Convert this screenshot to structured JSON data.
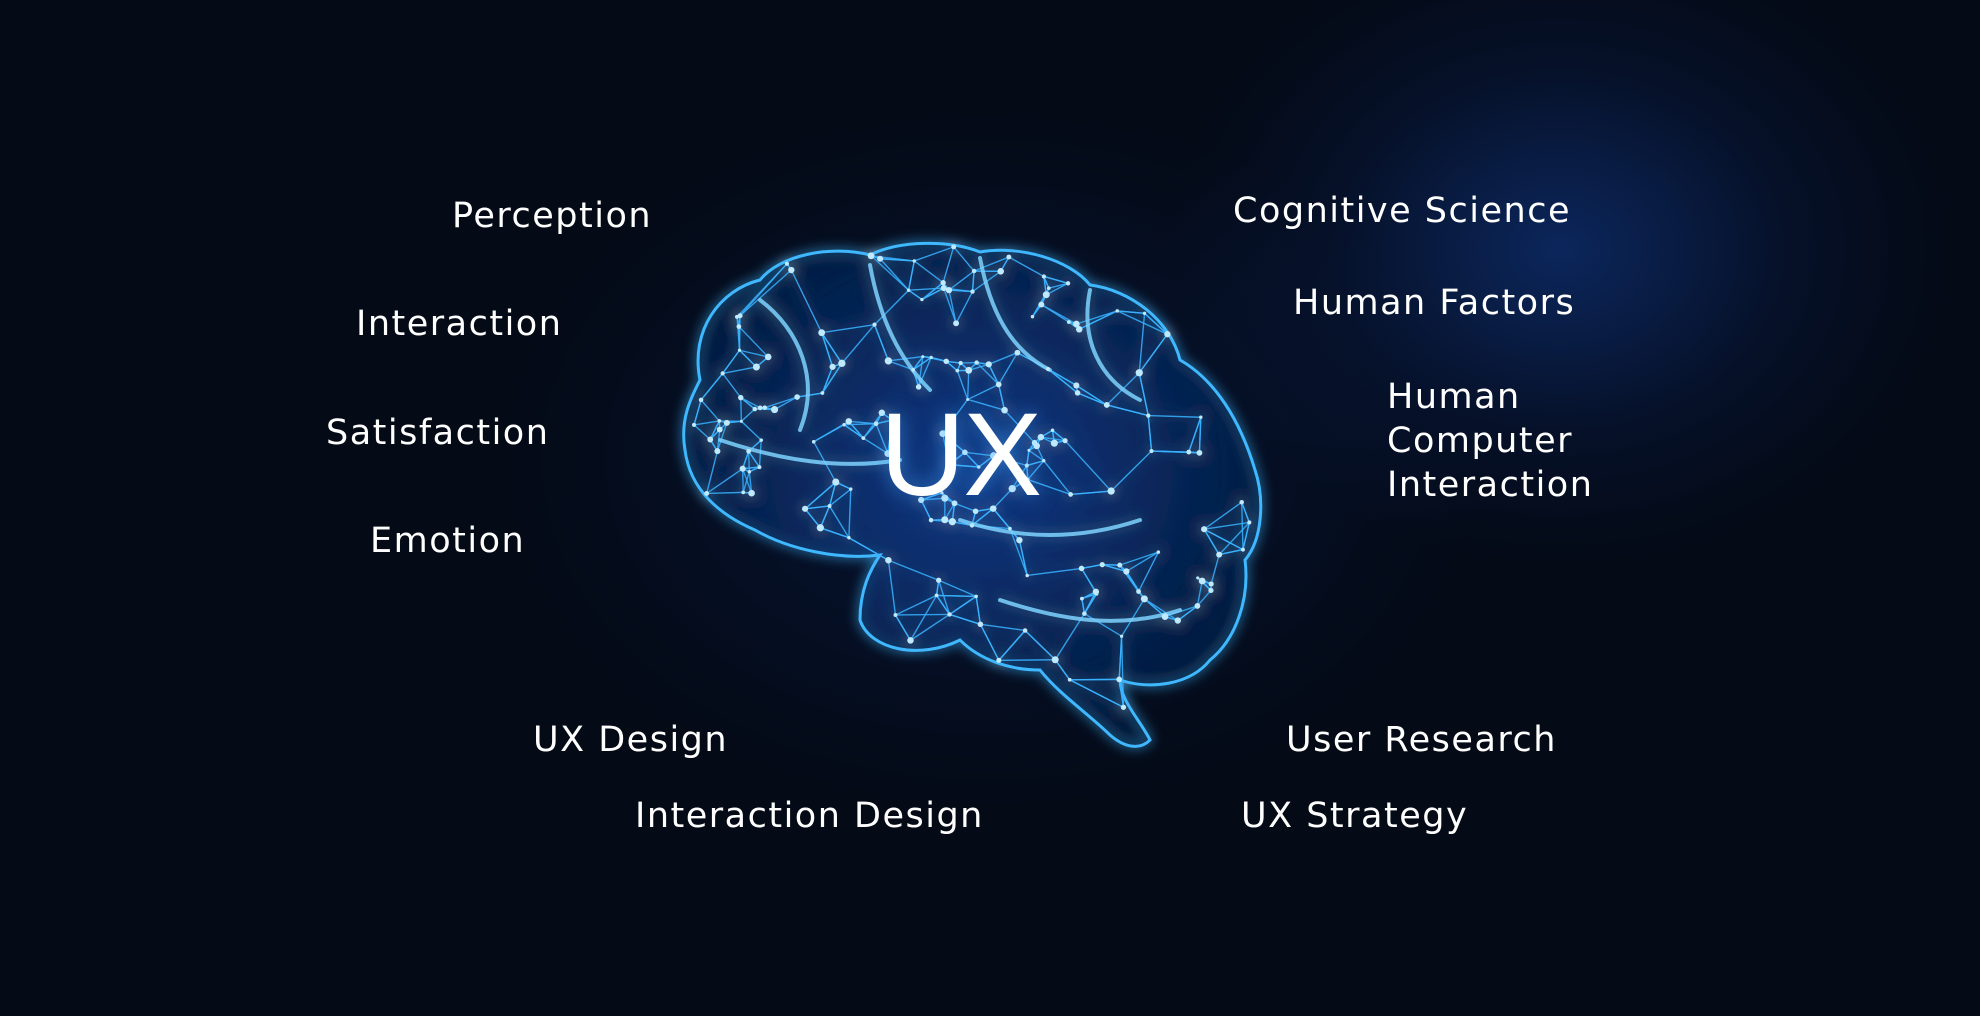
{
  "center_label": "UX",
  "colors": {
    "background": "#040a16",
    "glow": "#1e6bd8",
    "mesh_line": "#39b3ff",
    "mesh_node": "#bfe9ff",
    "text": "#ffffff"
  },
  "left_terms": {
    "perception": "Perception",
    "interaction": "Interaction",
    "satisfaction": "Satisfaction",
    "emotion": "Emotion"
  },
  "right_terms": {
    "cognitive_science": "Cognitive Science",
    "human_factors": "Human Factors",
    "hci_line1": "Human",
    "hci_line2": "Computer",
    "hci_line3": "Interaction"
  },
  "bottom_terms": {
    "ux_design": "UX Design",
    "interaction_design": "Interaction Design",
    "user_research": "User Research",
    "ux_strategy": "UX Strategy"
  },
  "illustration": "brain-icon"
}
